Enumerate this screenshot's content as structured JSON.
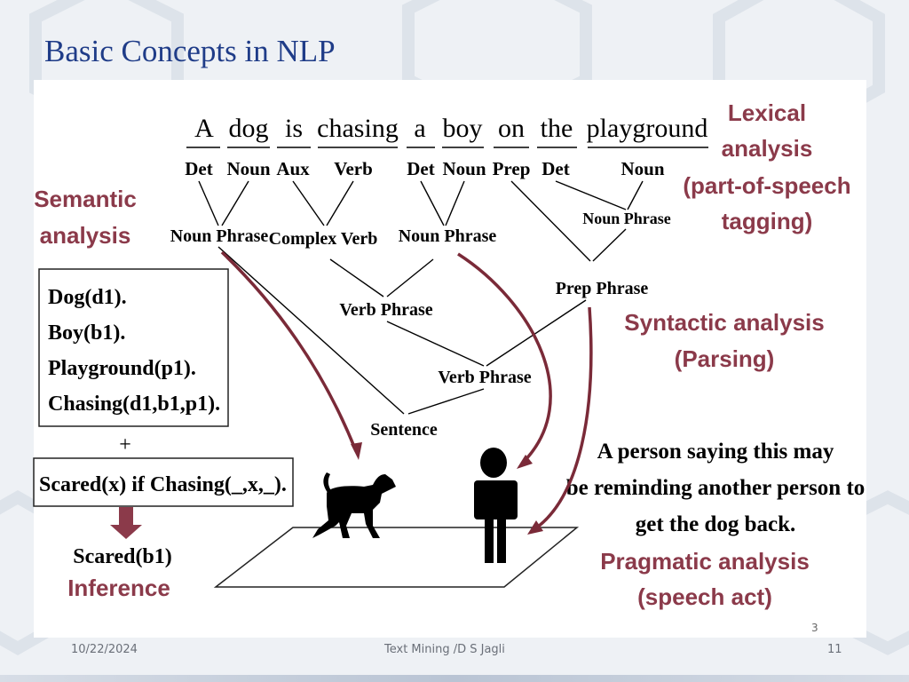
{
  "slide": {
    "title": "Basic Concepts in NLP",
    "footer_date": "10/22/2024",
    "footer_center": "Text Mining /D S Jagli",
    "footer_page": "11",
    "image_page": "3"
  },
  "sentence": [
    "A",
    "dog",
    "is",
    "chasing",
    "a",
    "boy",
    "on",
    "the",
    "playground"
  ],
  "pos_tags": [
    "Det",
    "Noun",
    "Aux",
    "Verb",
    "Det",
    "Noun",
    "Prep",
    "Det",
    "Noun"
  ],
  "phrases": {
    "np1": "Noun Phrase",
    "cv": "Complex Verb",
    "np2": "Noun Phrase",
    "np3": "Noun Phrase",
    "pp": "Prep Phrase",
    "vp1": "Verb Phrase",
    "vp2": "Verb Phrase",
    "s": "Sentence"
  },
  "labels": {
    "lexical": [
      "Lexical",
      "analysis",
      "(part-of-speech",
      "tagging)"
    ],
    "semantic": [
      "Semantic",
      "analysis"
    ],
    "syntactic": [
      "Syntactic analysis",
      "(Parsing)"
    ],
    "pragmatic": [
      "Pragmatic analysis",
      "(speech act)"
    ],
    "inference": "Inference"
  },
  "logic": {
    "facts": [
      "Dog(d1).",
      "Boy(b1).",
      "Playground(p1).",
      "Chasing(d1,b1,p1)."
    ],
    "plus": "+",
    "rule": "Scared(x) if Chasing(_,x,_).",
    "result": "Scared(b1)"
  },
  "speech_act": [
    "A person saying this may",
    "be reminding another person to",
    "get the dog back."
  ],
  "colors": {
    "title": "#1f3c88",
    "label": "#8b3a4a",
    "arrow": "#7a2a38"
  }
}
